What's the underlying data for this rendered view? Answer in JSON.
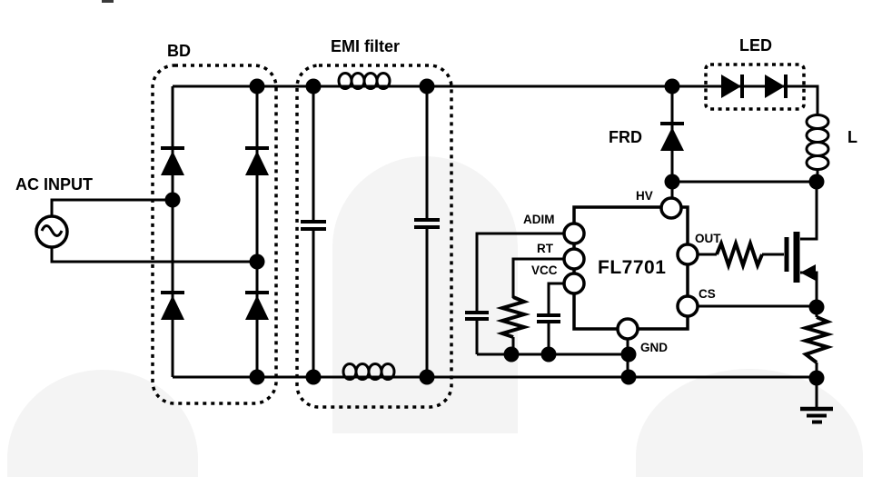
{
  "labels": {
    "ac_input": "AC INPUT",
    "bridge": "BD",
    "emi_filter": "EMI filter",
    "led": "LED",
    "frd": "FRD",
    "inductor": "L",
    "ic_name": "FL7701",
    "pins": {
      "hv": "HV",
      "adim": "ADIM",
      "rt": "RT",
      "vcc": "VCC",
      "out": "OUT",
      "cs": "CS",
      "gnd": "GND"
    }
  },
  "colors": {
    "led_highlight": "#F7EE12",
    "line": "#000000",
    "watermark": "#F4F4F4",
    "background": "#FFFFFF"
  }
}
